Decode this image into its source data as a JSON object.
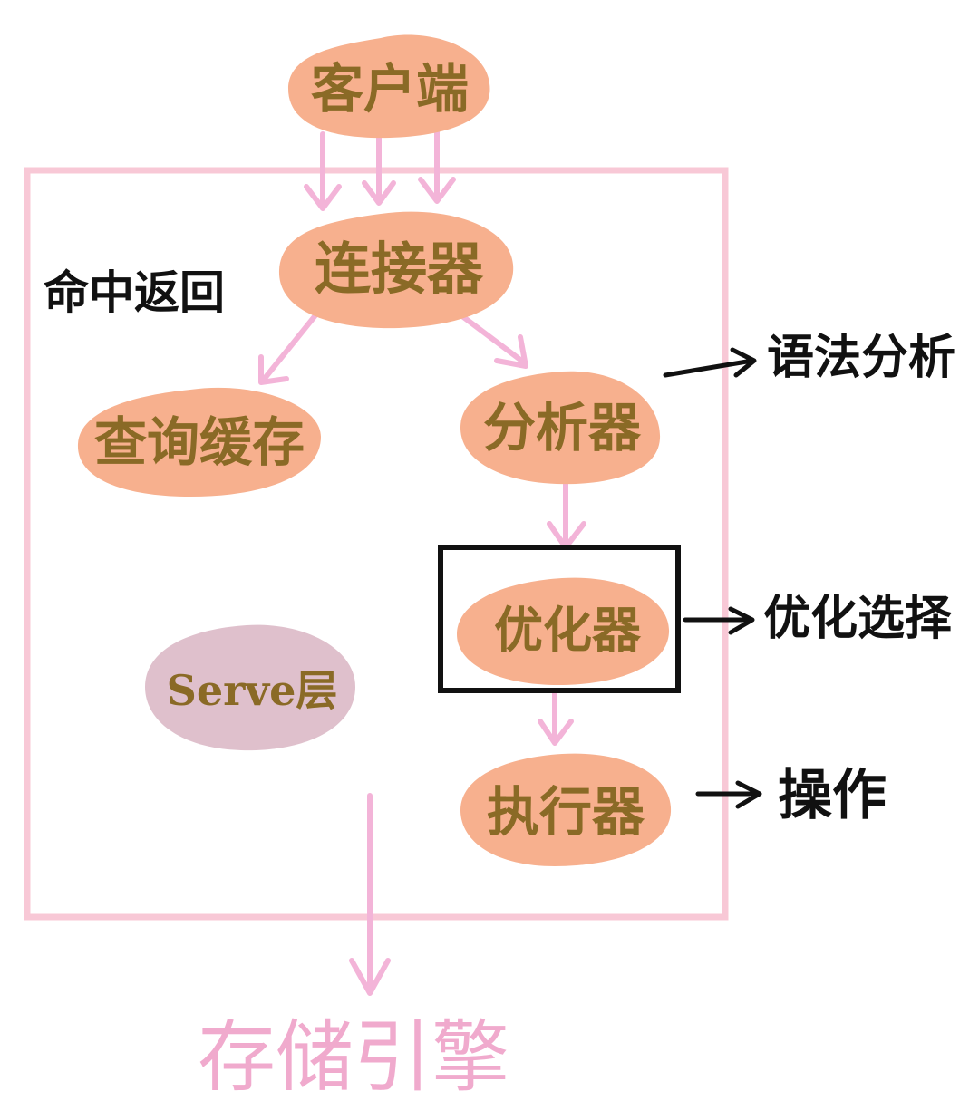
{
  "colors": {
    "node_fill": "#f7b08e",
    "node_text": "#8a6a26",
    "server_fill": "#dfc0cc",
    "frame_pink": "#f8c8d6",
    "arrow_pink": "#f3b4d8",
    "ink": "#111111"
  },
  "nodes": {
    "client": "客户端",
    "connector": "连接器",
    "query_cache": "查询缓存",
    "analyzer": "分析器",
    "optimizer": "优化器",
    "executor": "执行器",
    "server_layer": "Serve层"
  },
  "labels": {
    "cache_hit_return": "命中返回",
    "syntax_analysis": "语法分析",
    "optimization_choice": "优化选择",
    "operation": "操作",
    "storage_engine": "存储引擎"
  }
}
